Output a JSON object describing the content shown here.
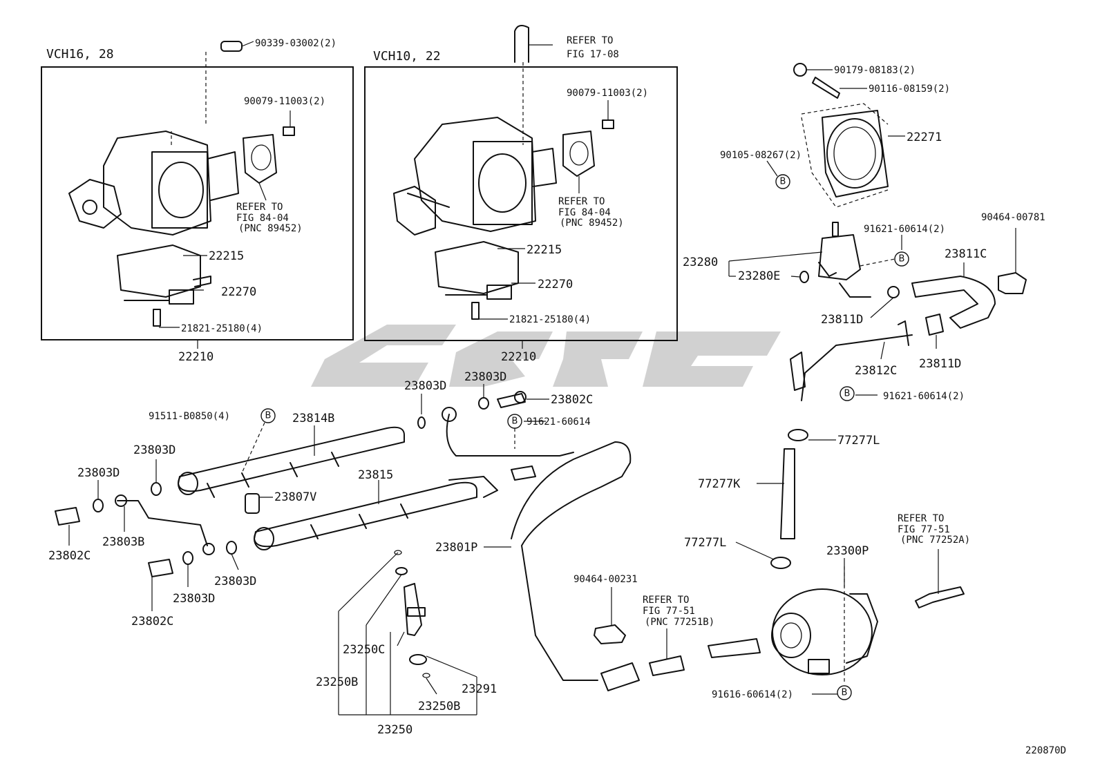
{
  "diagram_id": "220870D",
  "watermark_text": "",
  "groups": {
    "left_model_label": "VCH16, 28",
    "right_model_label": "VCH10, 22",
    "left_assembly": "22210",
    "right_assembly": "22210"
  },
  "labels": {
    "p90339": "90339-03002(2)",
    "refer_top_1": "REFER TO",
    "refer_top_2": "FIG 17-08",
    "p90079_l": "90079-11003(2)",
    "p90079_r": "90079-11003(2)",
    "refer_l_1": "REFER TO",
    "refer_l_2": "FIG 84-04",
    "refer_l_3": "(PNC 89452)",
    "refer_r_1": "REFER TO",
    "refer_r_2": "FIG 84-04",
    "refer_r_3": "(PNC 89452)",
    "p22215_l": "22215",
    "p22270_l": "22270",
    "p21821_l": "21821-25180(4)",
    "p22215_r": "22215",
    "p22270_r": "22270",
    "p21821_r": "21821-25180(4)",
    "p90179": "90179-08183(2)",
    "p90116": "90116-08159(2)",
    "p22271": "22271",
    "p90105": "90105-08267(2)",
    "p91621_a": "91621-60614(2)",
    "p90464_a": "90464-00781",
    "p23280": "23280",
    "p23280e": "23280E",
    "p23811c": "23811C",
    "p23811d_a": "23811D",
    "p23811d_b": "23811D",
    "p23812c": "23812C",
    "p91621_b": "91621-60614(2)",
    "p23803d_top1": "23803D",
    "p23803d_top2": "23803D",
    "p23802c_top": "23802C",
    "p91511": "91511-B0850(4)",
    "p23814b": "23814B",
    "p91621_c": "91621-60614",
    "p77277l_a": "77277L",
    "p23803d_l1": "23803D",
    "p23803d_l2": "23803D",
    "p23807v": "23807V",
    "p23815": "23815",
    "p77277k": "77277K",
    "p23802c_l1": "23802C",
    "p23803b": "23803B",
    "p23803d_l3": "23803D",
    "p23801p": "23801P",
    "p77277l_b": "77277L",
    "p23300p": "23300P",
    "refer_rr_1": "REFER TO",
    "refer_rr_2": "FIG 77-51",
    "refer_rr_3": "(PNC 77252A)",
    "p23803d_l4": "23803D",
    "p23802c_l2": "23802C",
    "p90464_b": "90464-00231",
    "refer_m_1": "REFER TO",
    "refer_m_2": "FIG 77-51",
    "refer_m_3": "(PNC 77251B)",
    "p23250c": "23250C",
    "p23250b_a": "23250B",
    "p23291": "23291",
    "p23250b_b": "23250B",
    "p23250": "23250",
    "p91616": "91616-60614(2)"
  },
  "badge_letter": "B"
}
